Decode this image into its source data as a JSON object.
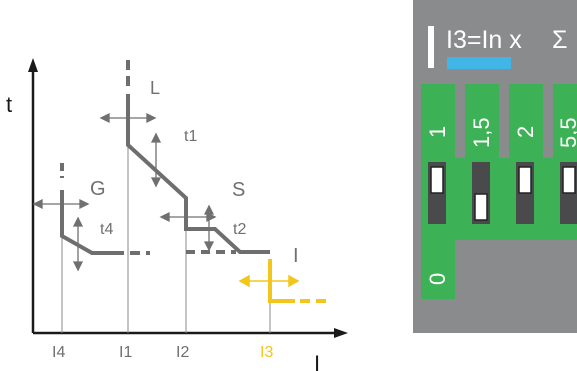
{
  "diagram": {
    "axes": {
      "y_label": "t",
      "x_label": "I"
    },
    "zones": {
      "L": "L",
      "S": "S",
      "G": "G",
      "I": "I"
    },
    "times": {
      "t1": "t1",
      "t2": "t2",
      "t4": "t4"
    },
    "ticks": {
      "I4": "I4",
      "I1": "I1",
      "I2": "I2",
      "I3": "I3"
    },
    "colors": {
      "curve": "#6e6e70",
      "curve_I": "#f3c61b",
      "axis": "#1a1a1a",
      "label": "#707070"
    }
  },
  "panel": {
    "title": "I3=In x",
    "sigma": "Σ",
    "options": [
      "1",
      "1,5",
      "2",
      "5,5"
    ],
    "zero_label": "0",
    "colors": {
      "background": "#8a8b8d",
      "green": "#3db155",
      "indicator": "#41b6e6",
      "switch_body": "#4a4a4c"
    }
  }
}
